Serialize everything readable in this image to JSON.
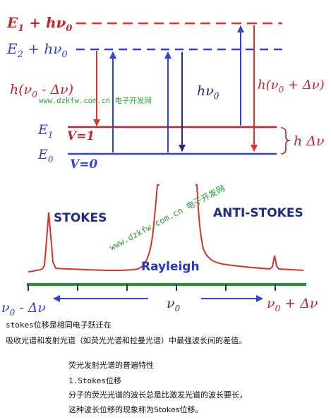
{
  "figure": {
    "levels": {
      "e1_virtual": "E1 + hν0",
      "e2_virtual": "E2 + hν0",
      "e1_state": "E1",
      "e0_state": "E0",
      "v1": "V=1",
      "v0": "V=0"
    },
    "transition_labels": {
      "stokes_energy": "h(ν0 - Δν)",
      "rayleigh_energy": "hν0",
      "antistokes_energy": "h(ν0 + Δν)",
      "level_gap": "h Δν"
    },
    "watermark": "www.dzkfw.com.cn 电子开发网",
    "spectrum": {
      "stokes_label": "STOKES",
      "antistokes_label": "ANTI-STOKES",
      "rayleigh_label": "Rayleigh",
      "axis_left": "ν0 - Δν",
      "axis_center": "ν0",
      "axis_right": "ν0 + Δν"
    },
    "colors": {
      "red": "#d8342a",
      "blue": "#2f43d6",
      "green": "#1e9a2c",
      "navy": "#1f2a8a",
      "text_blue": "#2236c9",
      "watermark": "#2a9d36"
    }
  },
  "captions": {
    "line1": "stokes位移是相同电子跃迁在",
    "line2": "吸收光谱和发射光谱（如荧光光谱和拉曼光谱）中最强波长间的差值。",
    "line3": "荧光发射光谱的普遍特性",
    "line4": "1.Stokes位移",
    "line5": "分子的荧光光谱的波长总是比激发光谱的波长要长，",
    "line6": "这种波长位移的现象称为Stokes位移。"
  }
}
